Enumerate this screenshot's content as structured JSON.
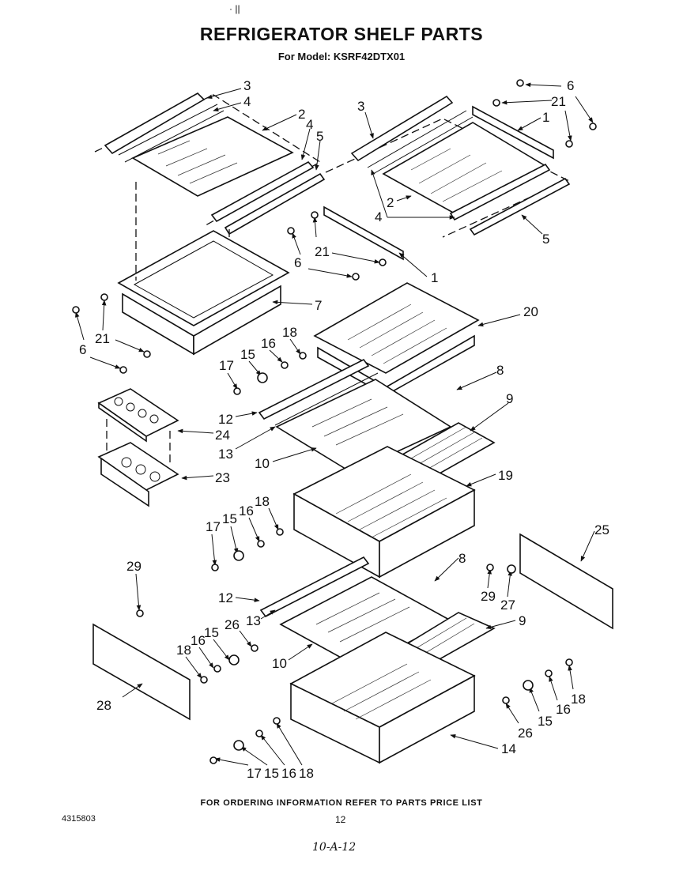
{
  "header": {
    "mark": "· ||",
    "title": "REFRIGERATOR SHELF PARTS",
    "subtitle": "For Model: KSRF42DTX01"
  },
  "callouts": [
    "1",
    "2",
    "3",
    "4",
    "5",
    "6",
    "7",
    "8",
    "9",
    "10",
    "12",
    "13",
    "14",
    "15",
    "16",
    "17",
    "18",
    "19",
    "20",
    "21",
    "23",
    "24",
    "25",
    "26",
    "27",
    "28",
    "29"
  ],
  "footer": {
    "ordering_note": "FOR ORDERING INFORMATION REFER TO PARTS PRICE LIST",
    "doc_number": "4315803",
    "page_number": "12",
    "handwritten": "10-A-12"
  }
}
